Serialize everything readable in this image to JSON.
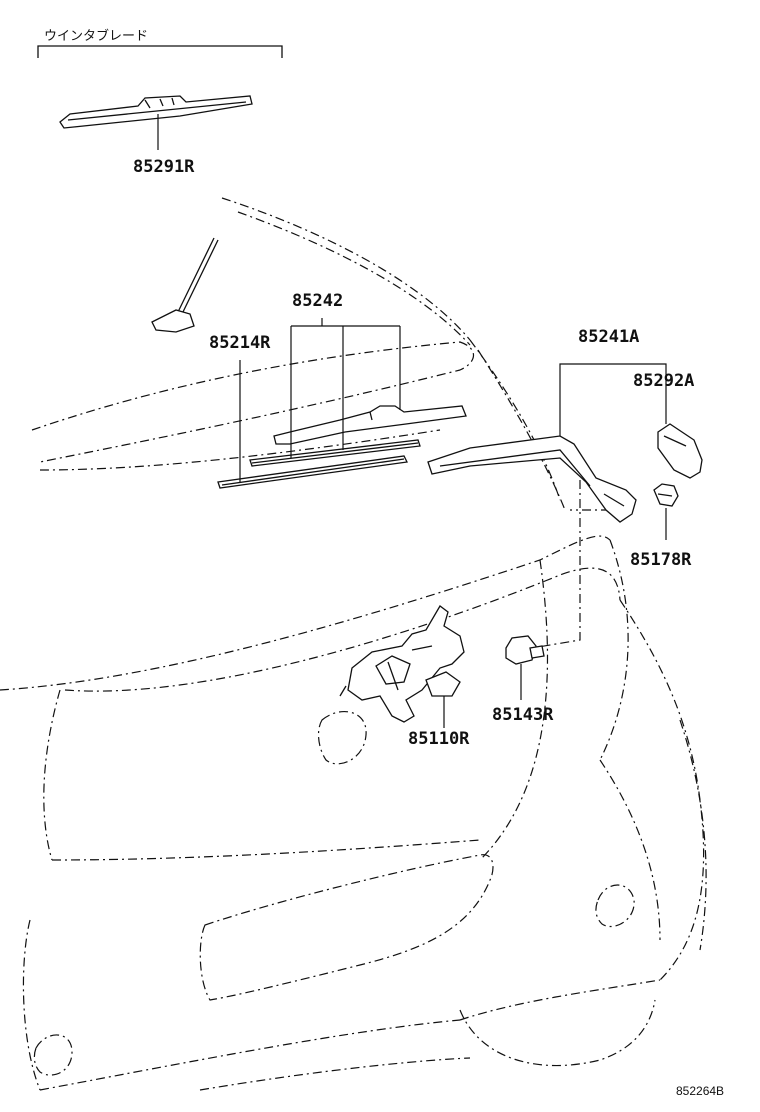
{
  "diagram": {
    "group_label": "ウインタブレード",
    "figure_id": "852264B",
    "parts": {
      "p85291R": "85291R",
      "p85242": "85242",
      "p85214R": "85214R",
      "p85241A": "85241A",
      "p85292A": "85292A",
      "p85178R": "85178R",
      "p85143R": "85143R",
      "p85110R": "85110R"
    }
  }
}
